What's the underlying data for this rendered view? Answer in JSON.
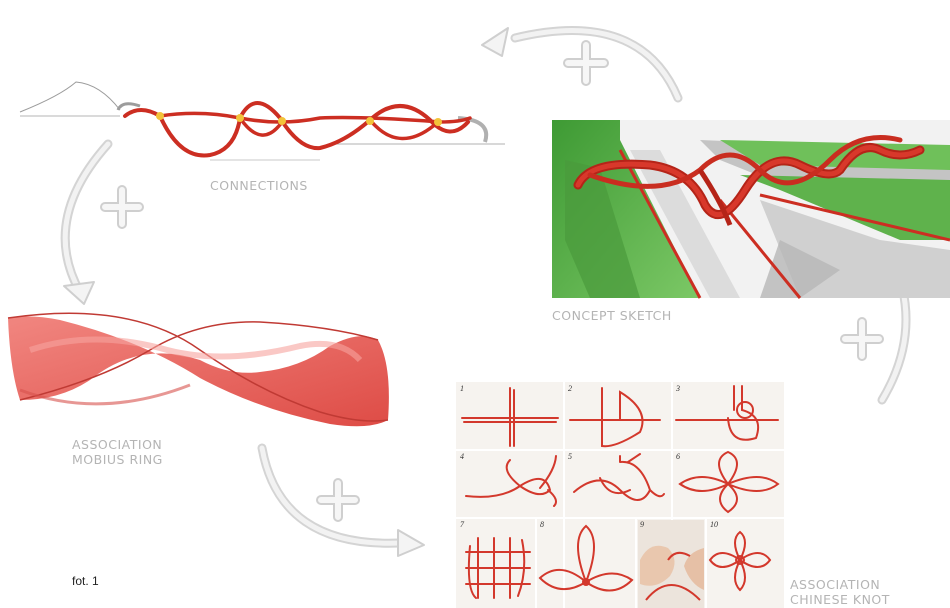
{
  "labels": {
    "connections": "CONNECTIONS",
    "concept_sketch": "CONCEPT SKETCH",
    "association_mobius_line1": "ASSOCIATION",
    "association_mobius_line2": "MOBIUS RING",
    "association_knot_line1": "ASSOCIATION",
    "association_knot_line2": "CHINESE KNOT"
  },
  "caption": "fot. 1",
  "knot_steps": [
    "1",
    "2",
    "3",
    "4",
    "5",
    "6",
    "7",
    "8",
    "9",
    "10"
  ],
  "colors": {
    "rope_red": "#cc2e22",
    "mobius_red": "#ec6a63",
    "green": "#5fb24c",
    "arrow_grey": "#e6e6e6",
    "label_grey": "#b4b4b4"
  }
}
